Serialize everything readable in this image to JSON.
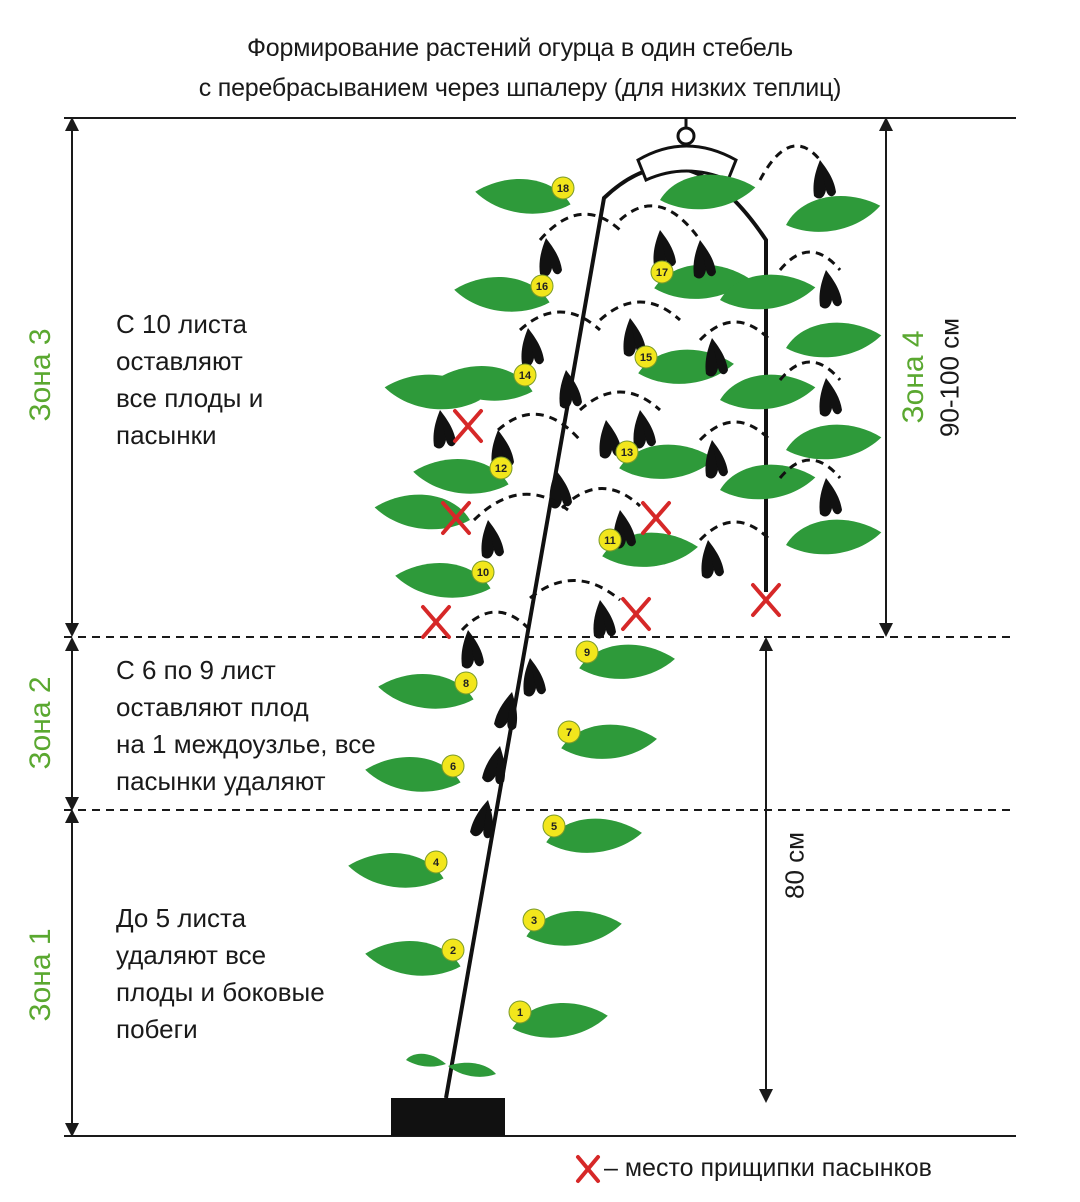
{
  "title": {
    "line1": "Формирование растений огурца в один стебель",
    "line2": "с перебрасыванием через шпалеру (для низких теплиц)"
  },
  "zones": {
    "zone1": "Зона 1",
    "zone2": "Зона 2",
    "zone3": "Зона 3",
    "zone4": "Зона 4"
  },
  "descriptions": {
    "zone3": "С 10 листа\nоставляют\nвсе плоды и\nпасынки",
    "zone2": "С 6 по 9 лист\nоставляют плод\nна 1 междоузлье, все\nпасынки удаляют",
    "zone1": "До 5 листа\nудаляют все\nплоды и боковые\nпобеги"
  },
  "measurements": {
    "upper": "90-100 см",
    "lower": "80 см"
  },
  "leaf_numbers": [
    "1",
    "2",
    "3",
    "4",
    "5",
    "6",
    "7",
    "8",
    "9",
    "10",
    "11",
    "12",
    "13",
    "14",
    "15",
    "16",
    "17",
    "18"
  ],
  "legend": {
    "symbol": "✕",
    "text": "– место прищипки пасынков"
  },
  "colors": {
    "leaf": "#2e9a3a",
    "zone_text": "#5aa830",
    "pinch_mark": "#d62828",
    "badge": "#f2e61c"
  }
}
